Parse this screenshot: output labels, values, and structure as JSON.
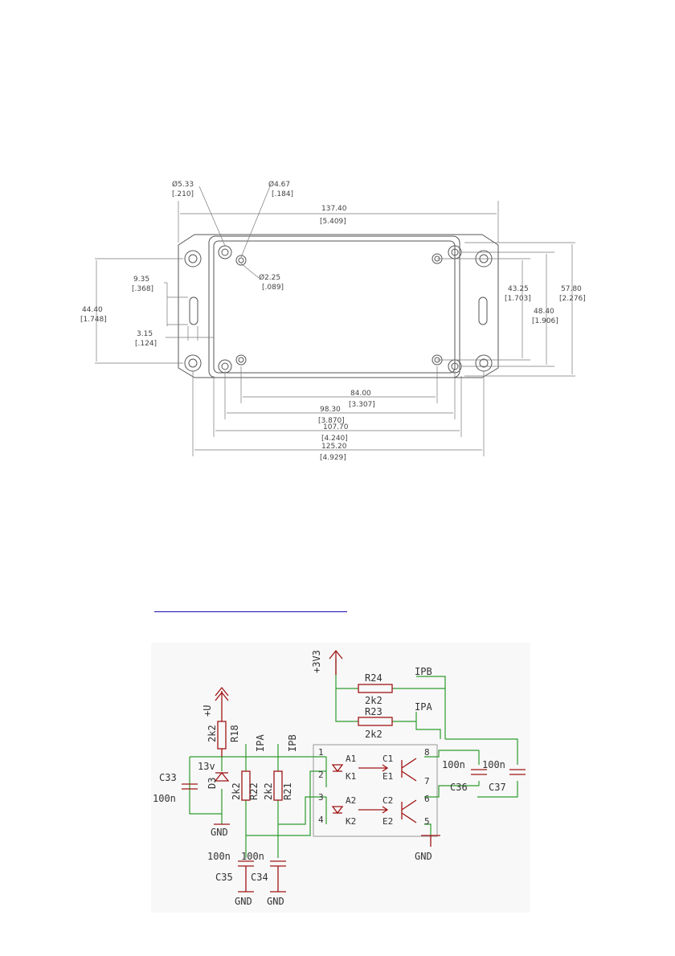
{
  "drawing": {
    "dims": {
      "hole_large_d": "Ø5.33",
      "hole_large_in": "[.210]",
      "hole_mid_d": "Ø4.67",
      "hole_mid_in": "[.184]",
      "hole_small_d": "Ø2.25",
      "hole_small_in": "[.089]",
      "overall_w": "137.40",
      "overall_w_in": "[5.409]",
      "slot_h": "9.35",
      "slot_h_in": "[.368]",
      "slot_w": "3.15",
      "slot_w_in": "[.124]",
      "flange_h": "44.40",
      "flange_h_in": "[1.748]",
      "inner_h_a": "43.25",
      "inner_h_a_in": "[1.703]",
      "inner_h_b": "48.40",
      "inner_h_b_in": "[1.906]",
      "total_h": "57.80",
      "total_h_in": "[2.276]",
      "pcb_a": "84.00",
      "pcb_a_in": "[3.307]",
      "pcb_b": "98.30",
      "pcb_b_in": "[3.870]",
      "body_w": "107.70",
      "body_w_in": "[4.240]",
      "flange_w": "125.20",
      "flange_w_in": "[4.929]"
    }
  },
  "link_text": "",
  "schematic": {
    "net_3v3": "+3V3",
    "net_u": "+U",
    "net_ipb": "IPB",
    "net_ipa": "IPA",
    "net_ipa_v": "IPA",
    "net_ipb_v": "IPB",
    "r24": "R24",
    "r24_val": "2k2",
    "r23": "R23",
    "r23_val": "2k2",
    "r18": "R18",
    "r18_val": "2k2",
    "r22": "R22",
    "r22_val": "2k2",
    "r21": "R21",
    "r21_val": "2k2",
    "d3": "D3",
    "d3_val": "13v",
    "c33": "C33",
    "c33_val": "100n",
    "c35": "C35",
    "c35_val": "100n",
    "c34": "C34",
    "c34_val": "100n",
    "c36": "C36",
    "c36_val": "100n",
    "c37": "C37",
    "c37_val": "100n",
    "gnd1": "GND",
    "gnd2": "GND",
    "gnd3": "GND",
    "gnd4": "GND",
    "pin1": "1",
    "pin2": "2",
    "pin3": "3",
    "pin4": "4",
    "pin5": "5",
    "pin6": "6",
    "pin7": "7",
    "pin8": "8",
    "a1": "A1",
    "k1": "K1",
    "c1": "C1",
    "e1": "E1",
    "a2": "A2",
    "k2": "K2",
    "c2": "C2",
    "e2": "E2"
  },
  "colors": {
    "wire": "#2e9a2e",
    "part": "#a01414",
    "line": "#333333",
    "link": "#1a0dab"
  }
}
